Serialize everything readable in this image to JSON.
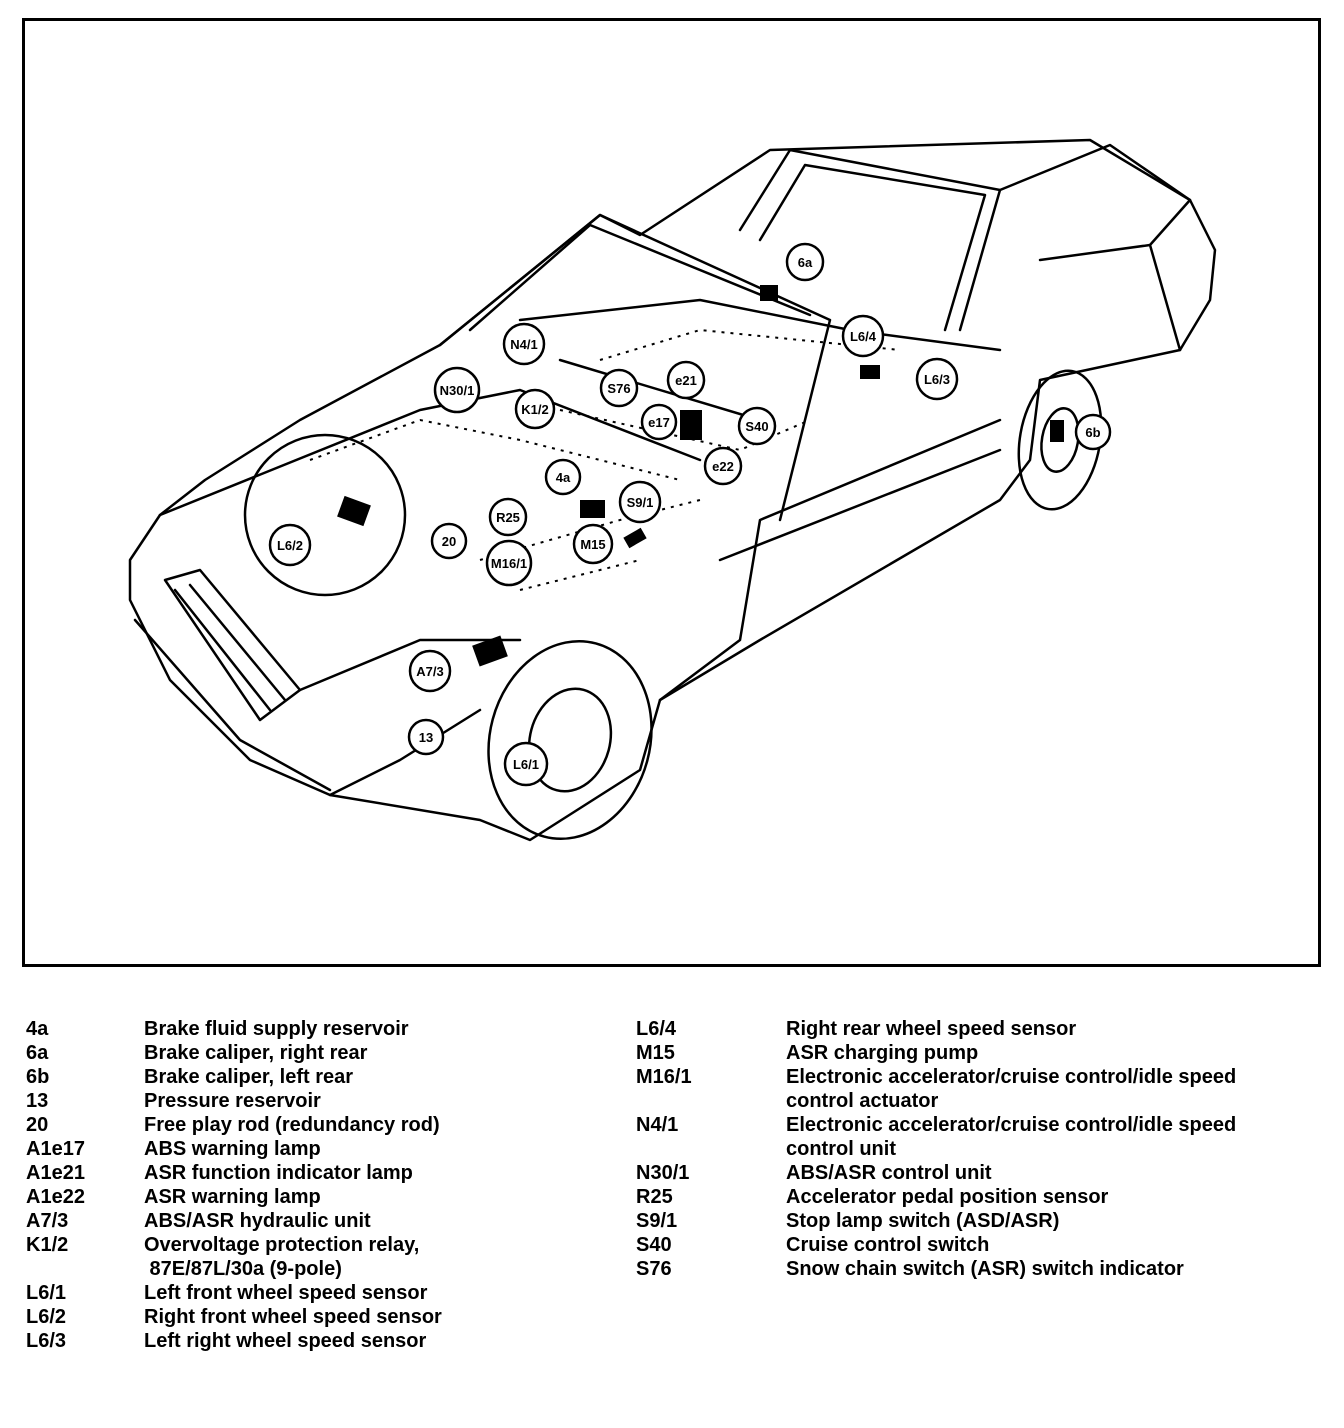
{
  "callouts": [
    {
      "id": "6a",
      "label": "6a"
    },
    {
      "id": "N4/1",
      "label": "N4/1"
    },
    {
      "id": "L6/4",
      "label": "L6/4"
    },
    {
      "id": "N30/1",
      "label": "N30/1"
    },
    {
      "id": "S76",
      "label": "S76"
    },
    {
      "id": "e21",
      "label": "e21"
    },
    {
      "id": "L6/3",
      "label": "L6/3"
    },
    {
      "id": "K1/2",
      "label": "K1/2"
    },
    {
      "id": "e17",
      "label": "e17"
    },
    {
      "id": "S40",
      "label": "S40"
    },
    {
      "id": "6b",
      "label": "6b"
    },
    {
      "id": "e22",
      "label": "e22"
    },
    {
      "id": "4a",
      "label": "4a"
    },
    {
      "id": "S9/1",
      "label": "S9/1"
    },
    {
      "id": "R25",
      "label": "R25"
    },
    {
      "id": "20",
      "label": "20"
    },
    {
      "id": "L6/2",
      "label": "L6/2"
    },
    {
      "id": "M16/1",
      "label": "M16/1"
    },
    {
      "id": "M15",
      "label": "M15"
    },
    {
      "id": "A7/3",
      "label": "A7/3"
    },
    {
      "id": "13",
      "label": "13"
    },
    {
      "id": "L6/1",
      "label": "L6/1"
    }
  ],
  "legend_left": [
    {
      "code": "4a",
      "desc": "Brake fluid supply reservoir"
    },
    {
      "code": "6a",
      "desc": "Brake caliper, right rear"
    },
    {
      "code": "6b",
      "desc": "Brake caliper, left rear"
    },
    {
      "code": "13",
      "desc": "Pressure reservoir"
    },
    {
      "code": "20",
      "desc": "Free play rod (redundancy rod)"
    },
    {
      "code": "A1e17",
      "desc": "ABS warning lamp"
    },
    {
      "code": "A1e21",
      "desc": "ASR function indicator lamp"
    },
    {
      "code": "A1e22",
      "desc": "ASR warning lamp"
    },
    {
      "code": "A7/3",
      "desc": "ABS/ASR hydraulic unit"
    },
    {
      "code": "K1/2",
      "desc": "Overvoltage protection relay,",
      "desc2": " 87E/87L/30a (9-pole)"
    },
    {
      "code": "L6/1",
      "desc": "Left front wheel speed sensor"
    },
    {
      "code": "L6/2",
      "desc": "Right front wheel speed sensor"
    },
    {
      "code": "L6/3",
      "desc": "Left right wheel speed sensor"
    }
  ],
  "legend_right": [
    {
      "code": "L6/4",
      "desc": "Right rear wheel speed sensor"
    },
    {
      "code": "M15",
      "desc": "ASR charging pump"
    },
    {
      "code": "M16/1",
      "desc": "Electronic accelerator/cruise control/idle speed",
      "desc2": "control actuator"
    },
    {
      "code": "N4/1",
      "desc": "Electronic accelerator/cruise control/idle speed",
      "desc2": "control unit"
    },
    {
      "code": "N30/1",
      "desc": "ABS/ASR control unit"
    },
    {
      "code": "R25",
      "desc": "Accelerator pedal position sensor"
    },
    {
      "code": "S9/1",
      "desc": "Stop lamp switch (ASD/ASR)"
    },
    {
      "code": "S40",
      "desc": "Cruise control switch"
    },
    {
      "code": "S76",
      "desc": "Snow chain switch (ASR) switch indicator"
    }
  ]
}
